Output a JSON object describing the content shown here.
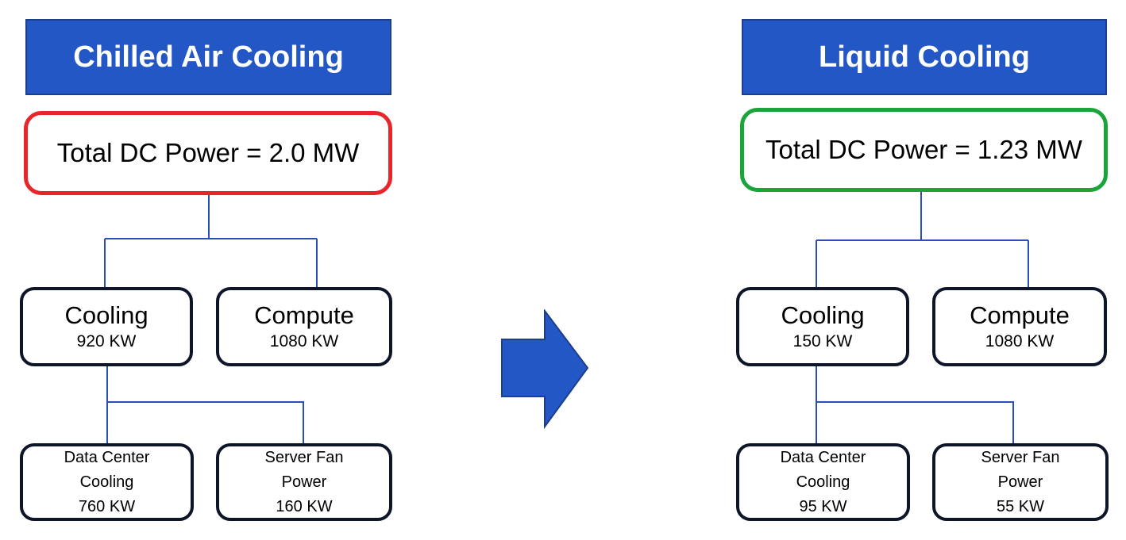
{
  "colors": {
    "header_bg": "#2357c6",
    "before_border": "#e8252a",
    "after_border": "#1aa43a",
    "connector": "#2a4fb8",
    "arrow": "#2357c6"
  },
  "left": {
    "title": "Chilled Air Cooling",
    "total": "Total DC Power = 2.0 MW",
    "cooling": {
      "label": "Cooling",
      "value": "920 KW"
    },
    "compute": {
      "label": "Compute",
      "value": "1080 KW"
    },
    "dc_cooling": {
      "line1": "Data Center",
      "line2": "Cooling",
      "value": "760 KW"
    },
    "fan_power": {
      "line1": "Server Fan",
      "line2": "Power",
      "value": "160 KW"
    }
  },
  "right": {
    "title": "Liquid Cooling",
    "total": "Total DC Power = 1.23 MW",
    "cooling": {
      "label": "Cooling",
      "value": "150 KW"
    },
    "compute": {
      "label": "Compute",
      "value": "1080 KW"
    },
    "dc_cooling": {
      "line1": "Data Center",
      "line2": "Cooling",
      "value": "95 KW"
    },
    "fan_power": {
      "line1": "Server Fan",
      "line2": "Power",
      "value": "55 KW"
    }
  },
  "transition_icon": "right-arrow-icon"
}
